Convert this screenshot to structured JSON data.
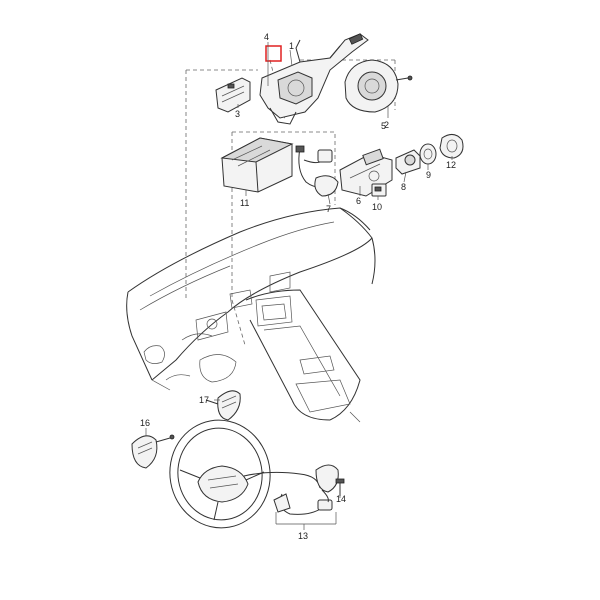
{
  "callouts": [
    {
      "id": "1",
      "text": "1"
    },
    {
      "id": "2",
      "text": "2"
    },
    {
      "id": "3",
      "text": "3"
    },
    {
      "id": "4",
      "text": "4"
    },
    {
      "id": "5",
      "text": "5"
    },
    {
      "id": "6",
      "text": "6"
    },
    {
      "id": "7",
      "text": "7"
    },
    {
      "id": "8",
      "text": "8"
    },
    {
      "id": "9",
      "text": "9"
    },
    {
      "id": "10",
      "text": "10"
    },
    {
      "id": "11",
      "text": "11"
    },
    {
      "id": "12",
      "text": "12"
    },
    {
      "id": "13",
      "text": "13"
    },
    {
      "id": "14",
      "text": "14"
    },
    {
      "id": "16",
      "text": "16"
    },
    {
      "id": "17",
      "text": "17"
    }
  ],
  "colors": {
    "line": "#333333",
    "highlight": "#e02020",
    "fill": "#f3f3f3"
  }
}
